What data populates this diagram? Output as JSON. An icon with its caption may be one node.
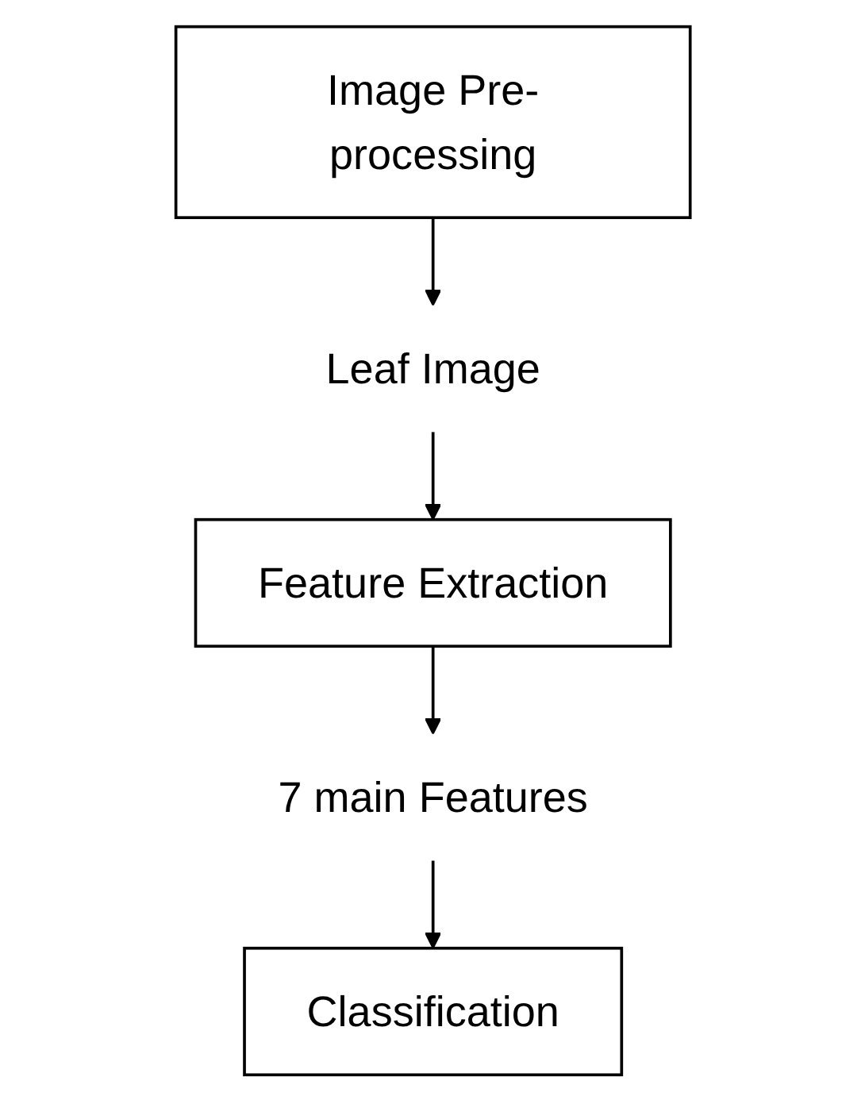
{
  "diagram": {
    "nodes": [
      {
        "text": [
          "Image Pre-processing"
        ]
      },
      {
        "text": [
          "Leaf Image"
        ]
      },
      {
        "text": [
          "Feature Extraction"
        ]
      },
      {
        "text": [
          "7 main Features"
        ]
      },
      {
        "text": [
          "Classification"
        ]
      }
    ],
    "edges": [
      {
        "from": 0,
        "to": 1,
        "arrow": "to"
      },
      {
        "from": 1,
        "to": 2,
        "arrow": "to"
      },
      {
        "from": 2,
        "to": 3,
        "arrow": "to"
      },
      {
        "from": 3,
        "to": 4,
        "arrow": "to"
      }
    ]
  }
}
